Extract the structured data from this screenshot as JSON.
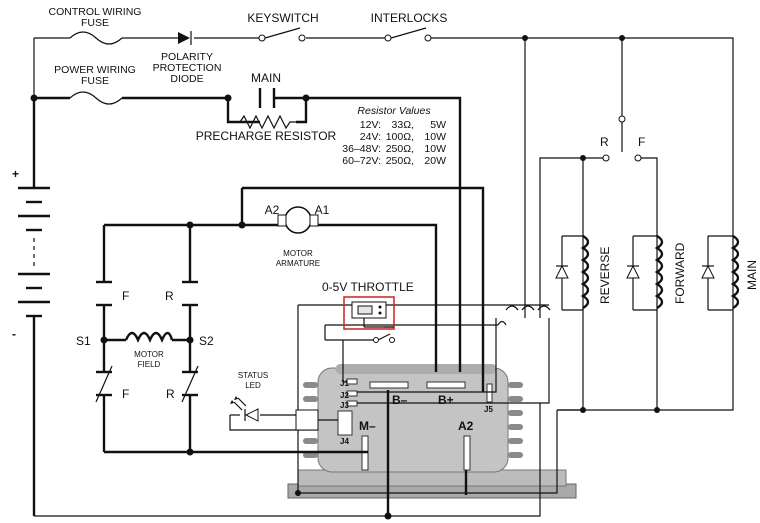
{
  "labels": {
    "control_fuse": [
      "CONTROL WIRING",
      "FUSE"
    ],
    "power_fuse": [
      "POWER WIRING",
      "FUSE"
    ],
    "diode": [
      "POLARITY",
      "PROTECTION",
      "DIODE"
    ],
    "keyswitch": "KEYSWITCH",
    "interlocks": "INTERLOCKS",
    "main_contact": "MAIN",
    "precharge": "PRECHARGE RESISTOR",
    "battery_plus": "+",
    "battery_minus": "-",
    "a2": "A2",
    "a1": "A1",
    "armature": [
      "MOTOR",
      "ARMATURE"
    ],
    "f_top": "F",
    "r_top": "R",
    "f_bottom": "F",
    "r_bottom": "R",
    "s1": "S1",
    "s2": "S2",
    "field": [
      "MOTOR",
      "FIELD"
    ],
    "throttle": "0-5V THROTTLE",
    "status_led": [
      "STATUS",
      "LED"
    ],
    "r_contact": "R",
    "f_contact": "F",
    "reverse": "REVERSE",
    "forward": "FORWARD",
    "main_coil": "MAIN"
  },
  "resistor_table": {
    "title": "Resistor Values",
    "rows": [
      {
        "voltage": "12V:",
        "ohms": "33Ω,",
        "watts": "5W"
      },
      {
        "voltage": "24V:",
        "ohms": "100Ω,",
        "watts": "10W"
      },
      {
        "voltage": "36–48V:",
        "ohms": "250Ω,",
        "watts": "10W"
      },
      {
        "voltage": "60–72V:",
        "ohms": "250Ω,",
        "watts": "20W"
      }
    ]
  },
  "controller": {
    "j1": "J1",
    "j2": "J2",
    "j3": "J3",
    "j4": "J4",
    "j5": "J5",
    "b_minus": "B–",
    "b_plus": "B+",
    "m_minus": "M–",
    "a2": "A2"
  },
  "colors": {
    "highlight": "#cc2222",
    "controller_body": "#b8b8b8",
    "wire": "#111111"
  }
}
